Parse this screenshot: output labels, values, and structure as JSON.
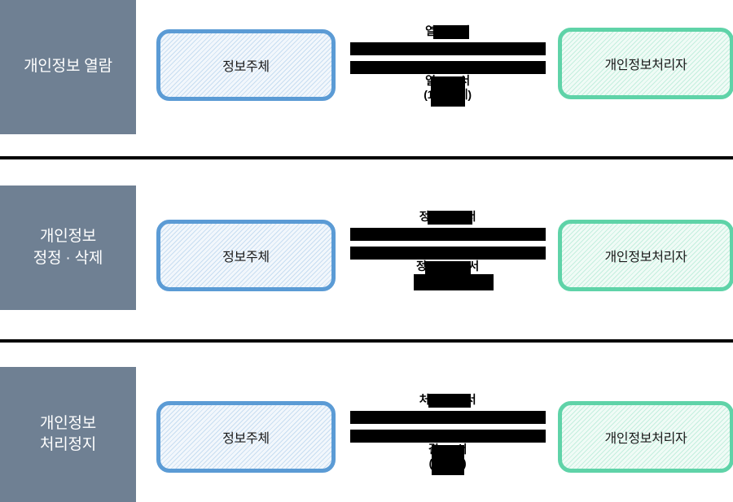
{
  "document": {
    "title": "개인정보 권리 행사 절차도",
    "background_color": "#ffffff"
  },
  "palette": {
    "category_block": "#6f8093",
    "category_text": "#ffffff",
    "subject_border": "#5b9bd5",
    "subject_fill": "#f2f7fc",
    "controller_border": "#5fd3a8",
    "controller_fill": "#f0fbf6",
    "redaction": "#000000",
    "divider": "#000000",
    "body_text": "#1a1a1a"
  },
  "rows": [
    {
      "category": "개인정보 열람",
      "subject": "정보주체",
      "controller": "개인정보처리자",
      "caption_top": "열▮▮▮▮서",
      "caption_bottom": "열▮▮▮▮서\n(1▮▮▮▮제)",
      "arrow_forward": "redacted-arrow-bar",
      "arrow_back": "redacted-arrow-bar"
    },
    {
      "category": "개인정보\n정정 · 삭제",
      "subject": "정보주체",
      "controller": "개인정보처리자",
      "caption_top": "정▮▮▮▮▮▮서",
      "caption_bottom": "정▮▮▮▮▮▮▮서",
      "arrow_forward": "redacted-arrow-bar",
      "arrow_back": "redacted-arrow-bar"
    },
    {
      "category": "개인정보\n처리정지",
      "subject": "정보주체",
      "controller": "개인정보처리자",
      "caption_top": "처▮▮▮▮▮▮서",
      "caption_bottom": "결▮▮▮서\n(1▮▮▮▮)",
      "arrow_forward": "redacted-arrow-bar",
      "arrow_back": "redacted-arrow-bar"
    }
  ],
  "dividers": [
    "section-divider-1",
    "section-divider-2"
  ]
}
